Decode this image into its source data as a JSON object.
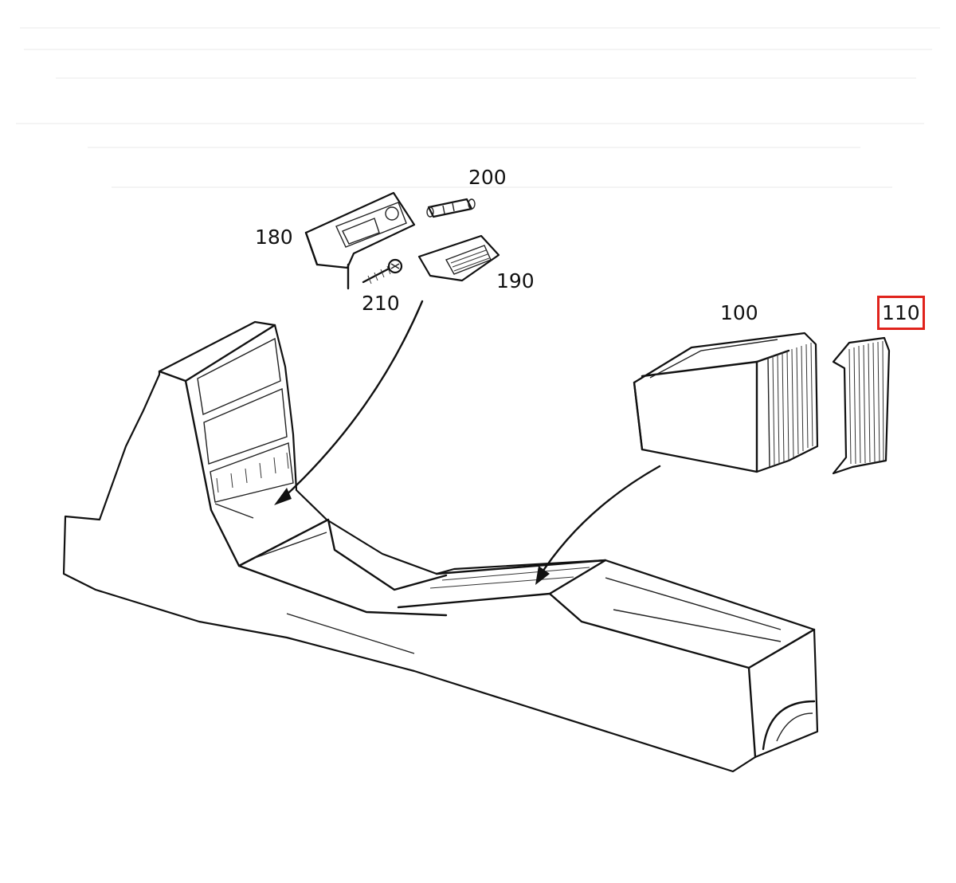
{
  "diagram": {
    "callouts": {
      "c100": "100",
      "c110": "110",
      "c180": "180",
      "c190": "190",
      "c200": "200",
      "c210": "210"
    },
    "highlight_color": "#e0231c",
    "line_color": "#111111",
    "background_color": "#ffffff"
  }
}
